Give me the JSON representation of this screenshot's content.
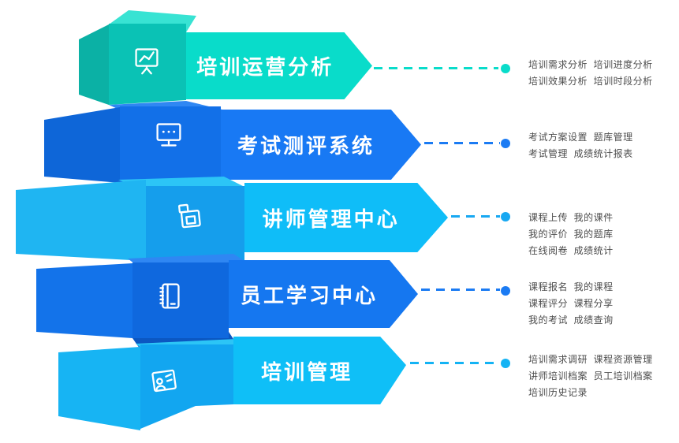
{
  "page": {
    "background": "#ffffff",
    "feature_text_color": "#4d4d4d",
    "title_text_color": "#ffffff"
  },
  "rows": [
    {
      "title": "培训运营分析",
      "icon": "presentation-chart-icon",
      "colors": {
        "arrow": "#09DCCA",
        "front": "#0AC2B5",
        "left": "#0BB1A5",
        "top": "#38E3D3",
        "accent": "#09DCCA"
      },
      "features": [
        "培训需求分析  培训进度分析",
        "培训效果分析  培训时段分析"
      ]
    },
    {
      "title": "考试测评系统",
      "icon": "monitor-icon",
      "colors": {
        "arrow": "#1879F4",
        "front": "#1270E8",
        "left": "#0E66D8",
        "top": "#2F87F3",
        "accent": "#1B7BF3",
        "wedge": "#0B57C2"
      },
      "features": [
        "考试方案设置  题库管理",
        "考试管理  成绩统计报表"
      ]
    },
    {
      "title": "讲师管理中心",
      "icon": "podium-icon",
      "colors": {
        "arrow": "#0FBDF8",
        "front": "#159EEC",
        "left": "#1FB5F2",
        "top": "#2CC5F6",
        "accent": "#18A8F2"
      },
      "features": [
        "课程上传  我的课件",
        "我的评价  我的题库",
        "在线阅卷  成绩统计"
      ]
    },
    {
      "title": "员工学习中心",
      "icon": "notebook-icon",
      "colors": {
        "arrow": "#1577F0",
        "front": "#0F68DE",
        "left": "#1373EA",
        "top": "#2F87F3",
        "accent": "#1B7BF3",
        "wedge": "#0B57C2"
      },
      "features": [
        "课程报名  我的课程",
        "课程评分  课程分享",
        "我的考试  成绩查询"
      ]
    },
    {
      "title": "培训管理",
      "icon": "idcard-person-icon",
      "colors": {
        "arrow": "#0FBFF7",
        "front": "#12A6F0",
        "left": "#17B4F3",
        "top": "#2CC5F6",
        "accent": "#14B3F4"
      },
      "features": [
        "培训需求调研  课程资源管理",
        "讲师培训档案  员工培训档案",
        "培训历史记录"
      ]
    }
  ]
}
